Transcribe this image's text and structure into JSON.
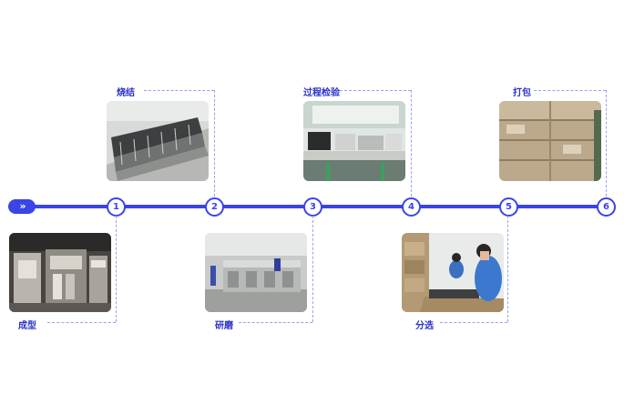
{
  "start_icon": "double-chevron-right-icon",
  "start_glyph": "»",
  "accent_color": "#3b44e6",
  "steps": [
    {
      "number": "1",
      "label": "成型",
      "photo": "forming-machine-photo"
    },
    {
      "number": "2",
      "label": "烧结",
      "photo": "sintering-racks-photo"
    },
    {
      "number": "3",
      "label": "研磨",
      "photo": "grinding-line-photo"
    },
    {
      "number": "4",
      "label": "过程检验",
      "photo": "inspection-bench-photo"
    },
    {
      "number": "5",
      "label": "分选",
      "photo": "sorting-workers-photo"
    },
    {
      "number": "6",
      "label": "打包",
      "photo": "packing-cartons-photo"
    }
  ]
}
